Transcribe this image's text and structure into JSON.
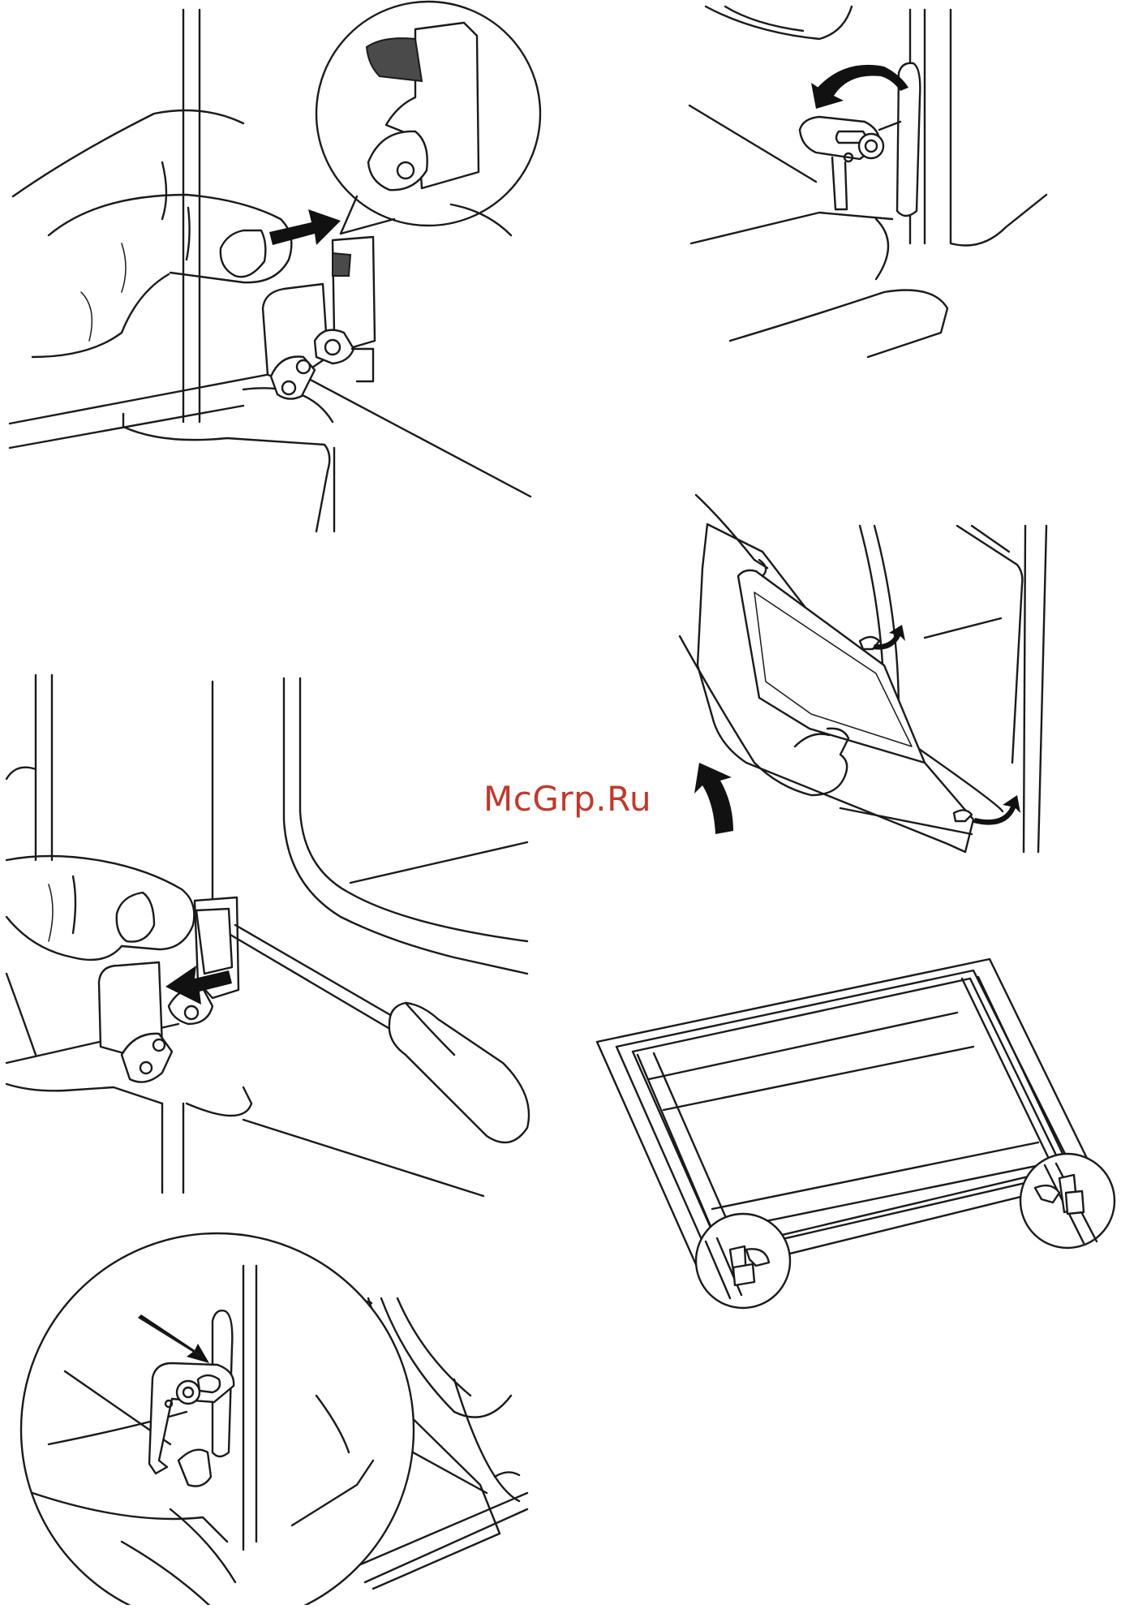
{
  "watermark": {
    "text": "McGrp.Ru",
    "color": "#c0392b"
  },
  "colors": {
    "line": "#1a1a1a",
    "background": "#ffffff",
    "lever_fill": "#4a4a4a",
    "arrow_fill": "#111111"
  },
  "illustrations": [
    {
      "id": "unlock-hinge-lever-push",
      "icons": [
        "hand-icon",
        "push-arrow-icon",
        "magnifier-callout-icon"
      ]
    },
    {
      "id": "hinge-lever-rotate",
      "icons": [
        "rotate-arrow-icon"
      ]
    },
    {
      "id": "lift-door-glass-panel",
      "icons": [
        "hand-icon",
        "up-arrow-icon",
        "curved-arrow-icon"
      ]
    },
    {
      "id": "release-hinge-with-screwdriver",
      "icons": [
        "hand-icon",
        "pull-arrow-icon",
        "screwdriver-icon"
      ]
    },
    {
      "id": "inner-glass-panel-clips",
      "icons": [
        "detail-circle-icon"
      ]
    },
    {
      "id": "hinge-lock-detail",
      "icons": [
        "pointer-arrow-icon",
        "detail-circle-icon"
      ]
    }
  ]
}
